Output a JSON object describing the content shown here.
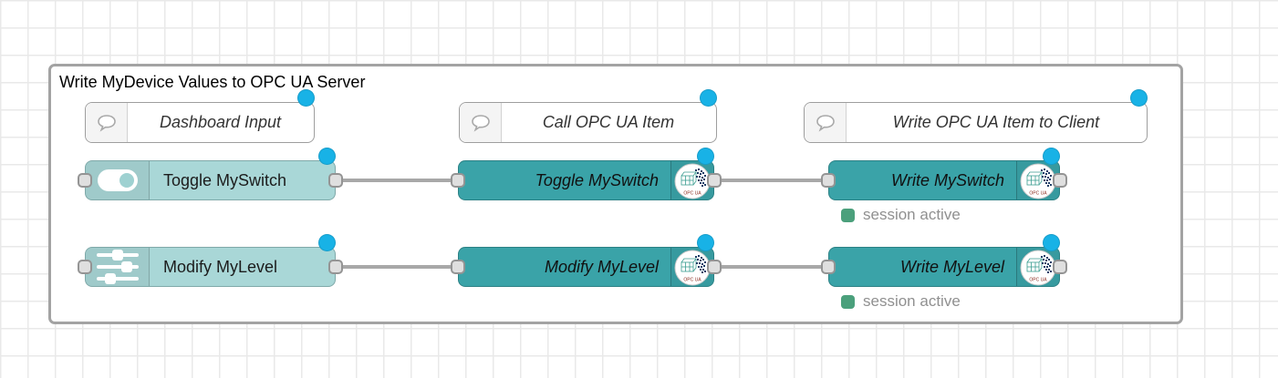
{
  "group": {
    "label": "Write MyDevice Values to OPC UA Server"
  },
  "comments": [
    {
      "label": "Dashboard Input"
    },
    {
      "label": "Call OPC UA Item"
    },
    {
      "label": "Write OPC UA Item to Client"
    }
  ],
  "nodes": [
    {
      "label": "Toggle MySwitch",
      "type": "dashboard-switch"
    },
    {
      "label": "Modify MyLevel",
      "type": "dashboard-slider"
    },
    {
      "label": "Toggle MySwitch",
      "type": "opcua-item"
    },
    {
      "label": "Modify MyLevel",
      "type": "opcua-item"
    },
    {
      "label": "Write MySwitch",
      "type": "opcua-client-write"
    },
    {
      "label": "Write MyLevel",
      "type": "opcua-client-write"
    }
  ],
  "statuses": [
    {
      "text": "session active"
    },
    {
      "text": "session active"
    }
  ],
  "badge": {
    "label": "OPC UA"
  },
  "colors": {
    "node_teal": "#3aa3a8",
    "node_light_teal": "#a9d7d7",
    "changed_indicator_blue": "#18b2e6",
    "status_green": "#4ba07c",
    "wire_gray": "#a8a8a8",
    "group_border": "#a3a3a3"
  }
}
